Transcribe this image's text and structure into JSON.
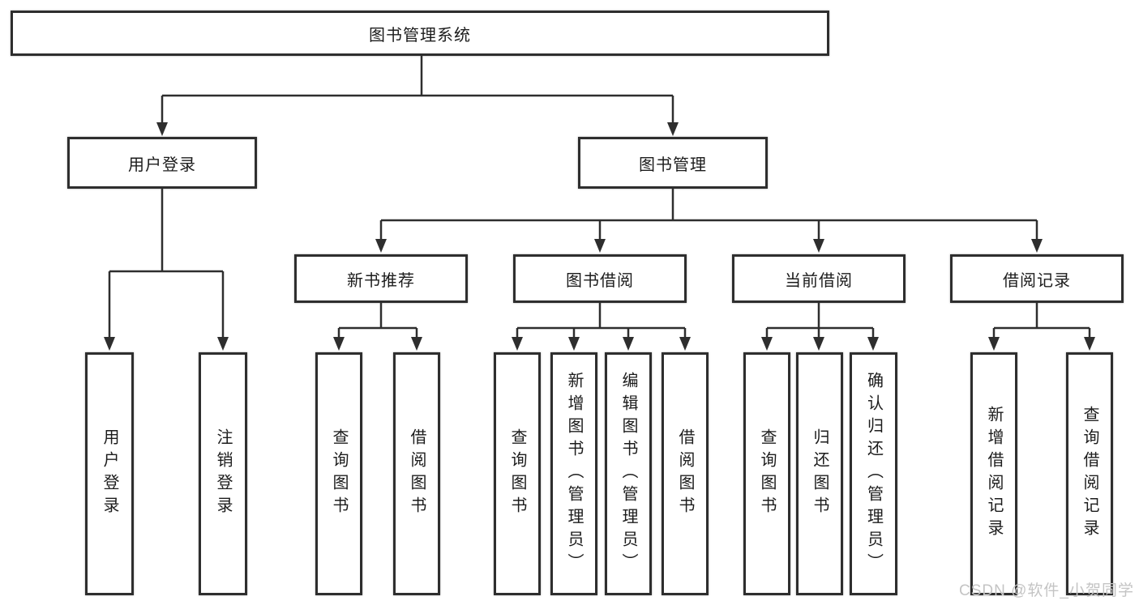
{
  "tree": {
    "root": "图书管理系统",
    "branches": [
      {
        "label": "用户登录",
        "leaves": [
          "用户登录",
          "注销登录"
        ]
      },
      {
        "label": "图书管理",
        "sections": [
          {
            "label": "新书推荐",
            "leaves": [
              "查询图书",
              "借阅图书"
            ]
          },
          {
            "label": "图书借阅",
            "leaves": [
              "查询图书",
              "新增图书（管理员）",
              "编辑图书（管理员）",
              "借阅图书"
            ]
          },
          {
            "label": "当前借阅",
            "leaves": [
              "查询图书",
              "归还图书",
              "确认归还（管理员）"
            ]
          },
          {
            "label": "借阅记录",
            "leaves": [
              "新增借阅记录",
              "查询借阅记录"
            ]
          }
        ]
      }
    ]
  },
  "watermark": "CSDN @软件_小贺同学",
  "colors": {
    "line": "#2e2e2e",
    "text": "#1c1c1c",
    "watermark": "#c4c4c4",
    "background": "#ffffff"
  }
}
